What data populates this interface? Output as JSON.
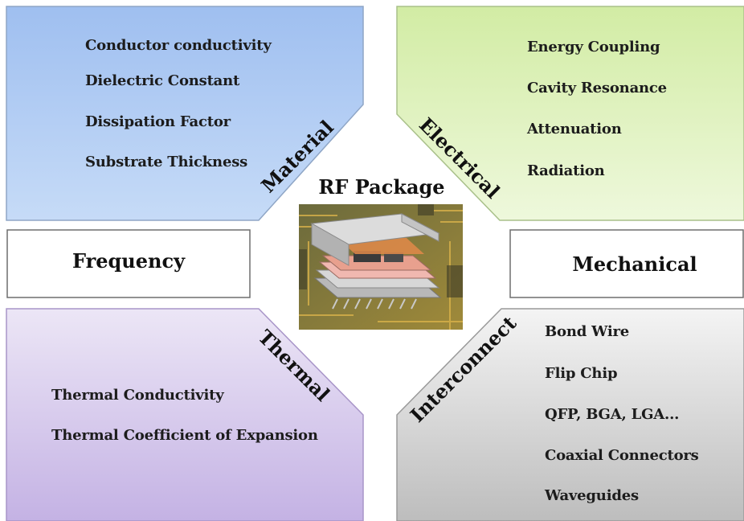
{
  "center": {
    "title": "RF Package"
  },
  "material": {
    "label": "Material",
    "items": [
      "Conductor conductivity",
      "Dielectric Constant",
      "Dissipation Factor",
      "Substrate Thickness"
    ]
  },
  "electrical": {
    "label": "Electrical",
    "items": [
      "Energy Coupling",
      "Cavity Resonance",
      "Attenuation",
      "Radiation"
    ]
  },
  "thermal": {
    "label": "Thermal",
    "items": [
      "Thermal Conductivity",
      "Thermal Coefficient of Expansion"
    ]
  },
  "interconnect": {
    "label": "Interconnect",
    "items": [
      "Bond Wire",
      "Flip Chip",
      "QFP, BGA, LGA...",
      "Coaxial Connectors",
      "Waveguides"
    ]
  },
  "frequency": {
    "label": "Frequency"
  },
  "mechanical": {
    "label": "Mechanical"
  },
  "colors": {
    "material_fill": "#a9c8f0",
    "electrical_fill": "#dbefb4",
    "thermal_fill": "#cdbfe6",
    "interconnect_fill": "#d2d2d2",
    "border": "#8c8c8c"
  }
}
